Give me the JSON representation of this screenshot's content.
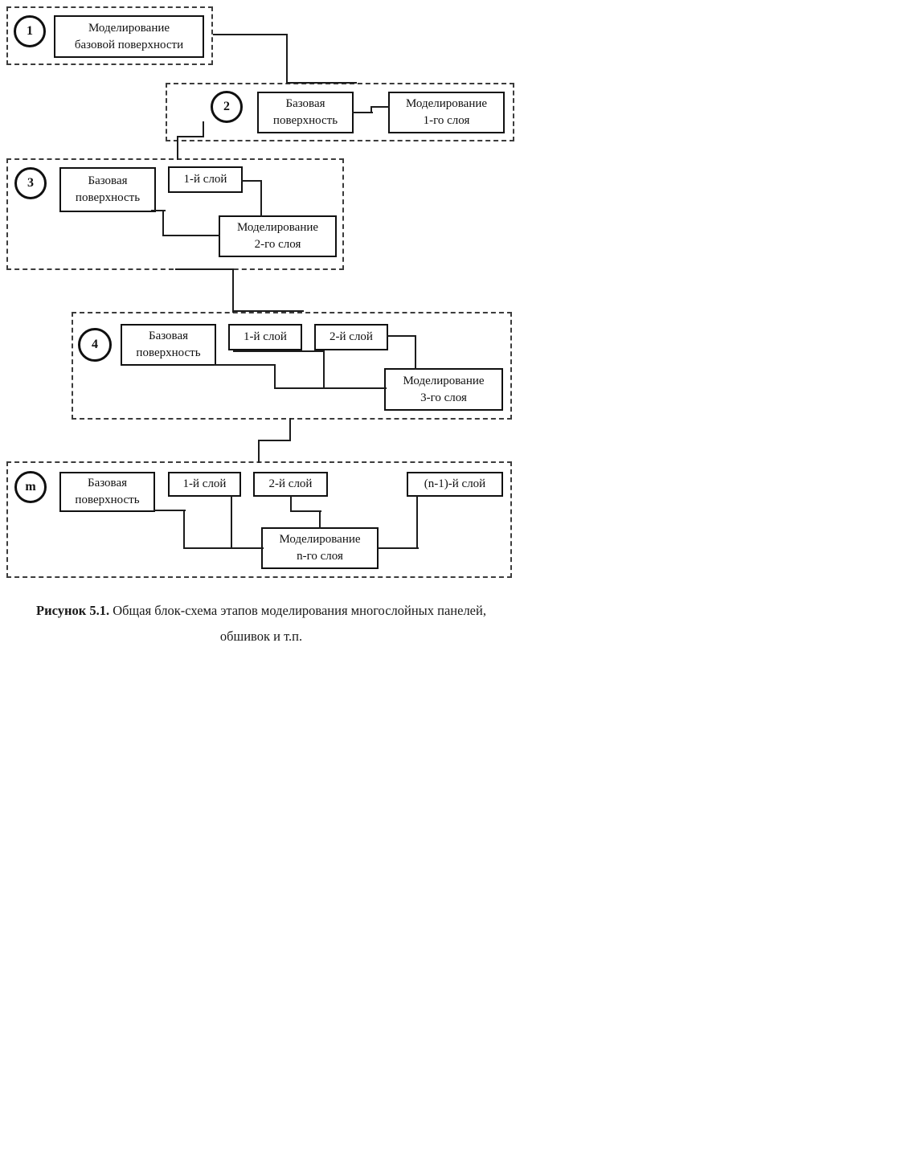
{
  "figure": {
    "stages": {
      "s1": {
        "badge": "1",
        "boxes": {
          "model": "Моделирование\nбазовой поверхности"
        }
      },
      "s2": {
        "badge": "2",
        "boxes": {
          "base": "Базовая\nповерхность",
          "model": "Моделирование\n1-го слоя"
        }
      },
      "s3": {
        "badge": "3",
        "boxes": {
          "base": "Базовая\nповерхность",
          "layer1": "1-й слой",
          "model": "Моделирование\n2-го слоя"
        }
      },
      "s4": {
        "badge": "4",
        "boxes": {
          "base": "Базовая\nповерхность",
          "layer1": "1-й слой",
          "layer2": "2-й слой",
          "model": "Моделирование\n3-го слоя"
        }
      },
      "sm": {
        "badge": "m",
        "boxes": {
          "base": "Базовая\nповерхность",
          "layer1": "1-й слой",
          "layer2": "2-й слой",
          "layerN1": "(n-1)-й слой",
          "model": "Моделирование\nn-го слоя"
        }
      }
    },
    "caption": {
      "label": "Рисунок 5.1.",
      "text": " Общая блок-схема этапов моделирования многослойных панелей,",
      "text2": "обшивок и т.п."
    },
    "colors": {
      "ink": "#101010",
      "background": "#ffffff"
    }
  }
}
